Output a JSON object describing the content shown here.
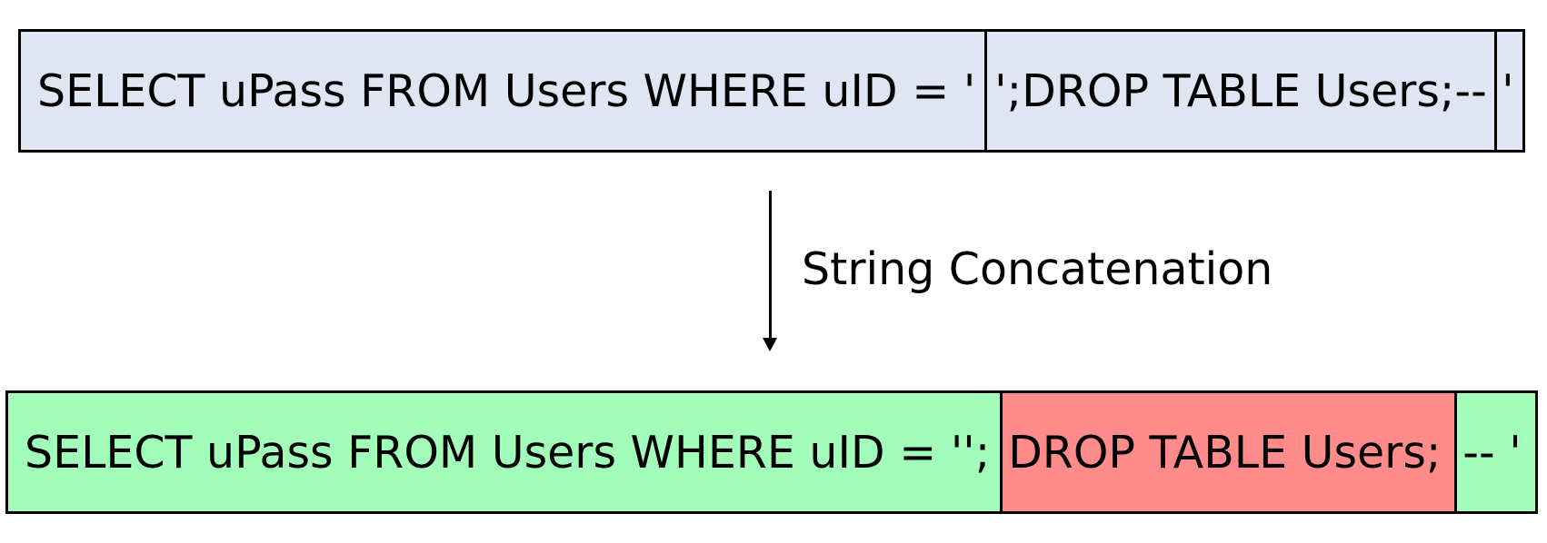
{
  "top_row": {
    "segments": [
      "SELECT uPass FROM Users WHERE uID = '",
      "';DROP TABLE Users;--",
      "'"
    ],
    "fill_color": "#dfe5f3"
  },
  "arrow_label": "String Concatenation",
  "bottom_row": {
    "segments": [
      "SELECT uPass FROM Users WHERE uID = '';",
      "DROP TABLE Users;",
      "-- '"
    ],
    "fill_colors": [
      "#a1fdb9",
      "#ff8c8b",
      "#a1fdb9"
    ]
  }
}
